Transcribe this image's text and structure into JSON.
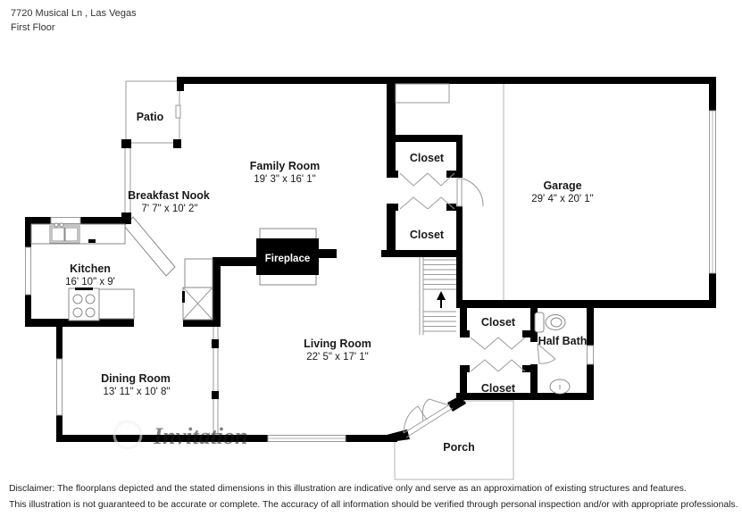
{
  "header": {
    "address": "7720 Musical Ln , Las Vegas",
    "floor_label": "First Floor"
  },
  "rooms": {
    "patio": {
      "name": "Patio"
    },
    "family_room": {
      "name": "Family Room",
      "dims": "19' 3\" x 16' 1\""
    },
    "breakfast_nook": {
      "name": "Breakfast Nook",
      "dims": "7' 7\" x 10' 2\""
    },
    "kitchen": {
      "name": "Kitchen",
      "dims": "16' 10\" x 9'"
    },
    "garage": {
      "name": "Garage",
      "dims": "29' 4\" x 20' 1\""
    },
    "living_room": {
      "name": "Living Room",
      "dims": "22' 5\" x 17' 1\""
    },
    "dining_room": {
      "name": "Dining Room",
      "dims": "13' 11\" x 10' 8\""
    },
    "half_bath": {
      "name": "Half Bath"
    },
    "porch": {
      "name": "Porch"
    },
    "fireplace": {
      "name": "Fireplace"
    },
    "closet_top_1": {
      "name": "Closet"
    },
    "closet_top_2": {
      "name": "Closet"
    },
    "closet_hall_1": {
      "name": "Closet"
    },
    "closet_hall_2": {
      "name": "Closet"
    }
  },
  "stairs": {
    "direction": "up"
  },
  "watermark": {
    "text": "Invitation"
  },
  "disclaimer": {
    "line1": "Disclaimer: The floorplans depicted and the stated dimensions in this illustration are indicative only and serve as an approximation of existing structures and features.",
    "line2": "This illustration is not guaranteed to be accurate or complete. The accuracy of all information should be verified through personal inspection and/or with appropriate professionals."
  },
  "colors": {
    "wall": "#000000",
    "thin_line": "#9a9a9a",
    "text": "#1a1a1a",
    "fireplace_label": "#ffffff",
    "background": "#ffffff"
  }
}
